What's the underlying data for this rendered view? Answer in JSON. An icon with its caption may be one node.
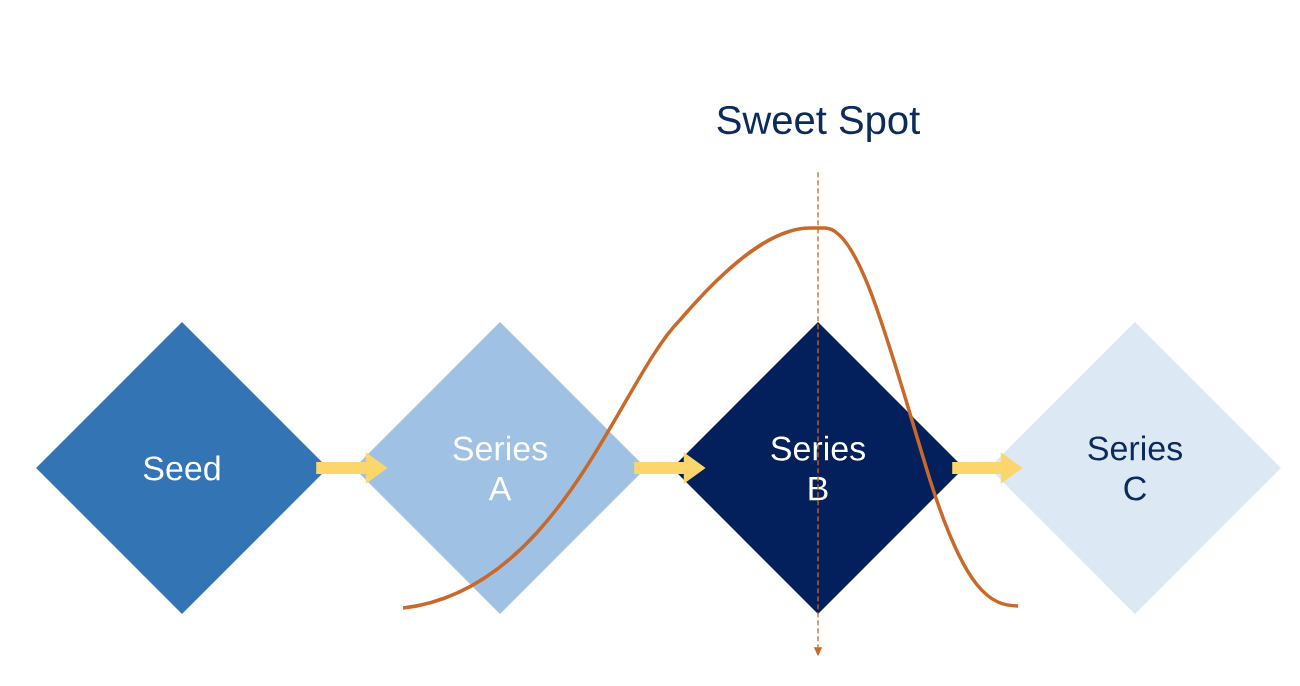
{
  "diagram": {
    "nodes": [
      {
        "text": [
          "Seed"
        ]
      },
      {
        "text": [
          "Series A"
        ]
      },
      {
        "text": [
          "Series B"
        ]
      },
      {
        "text": [
          "Series C"
        ]
      },
      {
        "text": [
          "Sweet Spot"
        ]
      }
    ],
    "edges": [
      {
        "from": 0,
        "to": 1,
        "arrow": "to"
      },
      {
        "from": 1,
        "to": 2,
        "arrow": "to"
      },
      {
        "from": 2,
        "to": 3,
        "arrow": "to"
      },
      {
        "from": 4,
        "to": null,
        "arrow": "to",
        "style": "dashed",
        "color": "#c8692a"
      }
    ]
  }
}
